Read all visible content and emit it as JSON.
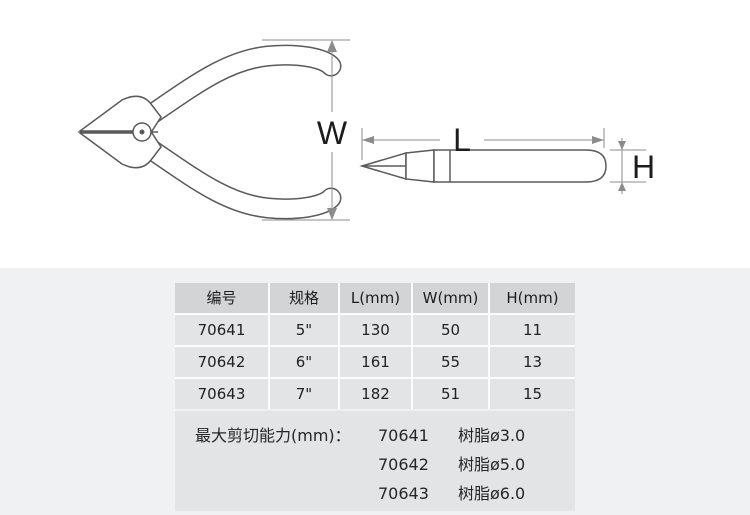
{
  "drawing": {
    "labels": {
      "w": "W",
      "l": "L",
      "h": "H"
    }
  },
  "table": {
    "headers": [
      "编号",
      "规格",
      "L(mm)",
      "W(mm)",
      "H(mm)"
    ],
    "rows": [
      [
        "70641",
        "5\"",
        "130",
        "50",
        "11"
      ],
      [
        "70642",
        "6\"",
        "161",
        "55",
        "13"
      ],
      [
        "70643",
        "7\"",
        "182",
        "51",
        "15"
      ]
    ]
  },
  "capacity": {
    "label": "最大剪切能力(mm)：",
    "items": [
      {
        "code": "70641",
        "value": "树脂ø3.0"
      },
      {
        "code": "70642",
        "value": "树脂ø5.0"
      },
      {
        "code": "70643",
        "value": "树脂ø6.0"
      }
    ]
  }
}
